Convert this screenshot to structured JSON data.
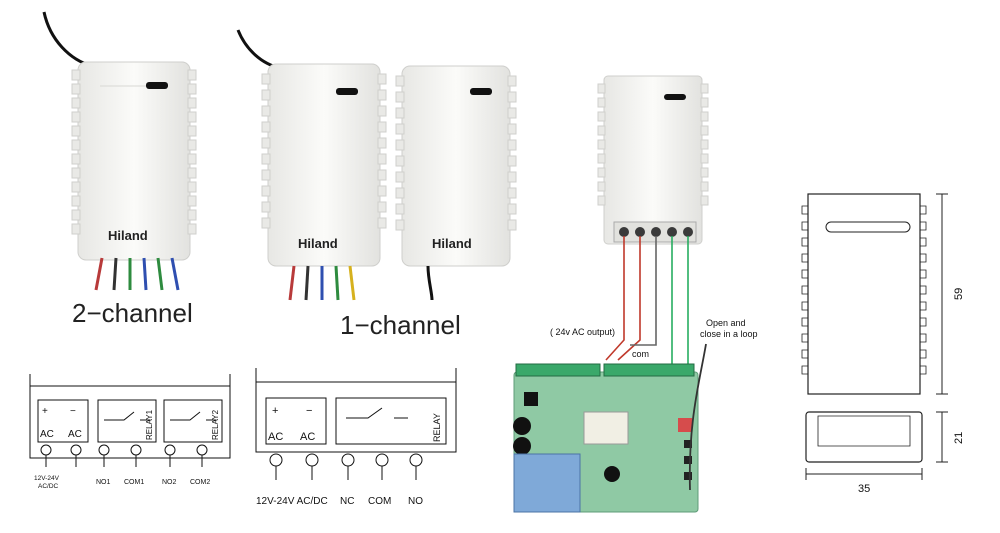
{
  "products": {
    "two_channel": {
      "label": "2−channel",
      "brand": "Hiland"
    },
    "one_channel": {
      "label": "1−channel",
      "brand_a": "Hiland",
      "brand_b": "Hiland"
    }
  },
  "wiring": {
    "output_label": "( 24v AC output)",
    "com_label": "com",
    "loop_label_1": "Open and",
    "loop_label_2": "close in a loop"
  },
  "dimensions": {
    "height": "59",
    "depth": "21",
    "width": "35"
  },
  "diagram_2ch": {
    "plus": "+",
    "minus": "−",
    "ac1": "AC",
    "ac2": "AC",
    "relay1": "RELAY1",
    "relay2": "RELAY2",
    "power": "12V-24V",
    "power2": "AC/DC",
    "no1": "NO1",
    "com1": "COM1",
    "no2": "NO2",
    "com2": "COM2"
  },
  "diagram_1ch": {
    "plus": "+",
    "minus": "−",
    "ac1": "AC",
    "ac2": "AC",
    "relay": "RELAY",
    "power": "12V-24V AC/DC",
    "nc": "NC",
    "com": "COM",
    "no": "NO"
  },
  "colors": {
    "housing": "#f4f4f2",
    "housing_edge": "#cfcfcc",
    "pcb": "#8fc9a4",
    "terminal": "#3aa86a",
    "wire_red": "#c0392b",
    "wire_green": "#27ae60",
    "transformer": "#7fa9d8"
  }
}
